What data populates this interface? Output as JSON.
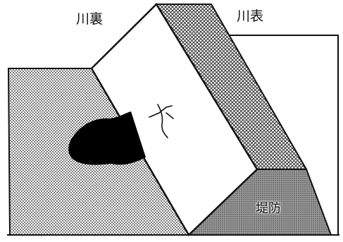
{
  "labels": {
    "riverside_back": "川裏",
    "riverside_front": "川表",
    "levee": "堤防"
  },
  "colors": {
    "outline": "#111111",
    "background": "#ffffff",
    "dot_pattern": "#222222",
    "crosshatch": "#333333",
    "levee_fill": "#9a9a9a",
    "seepage_blob": "#000000"
  }
}
